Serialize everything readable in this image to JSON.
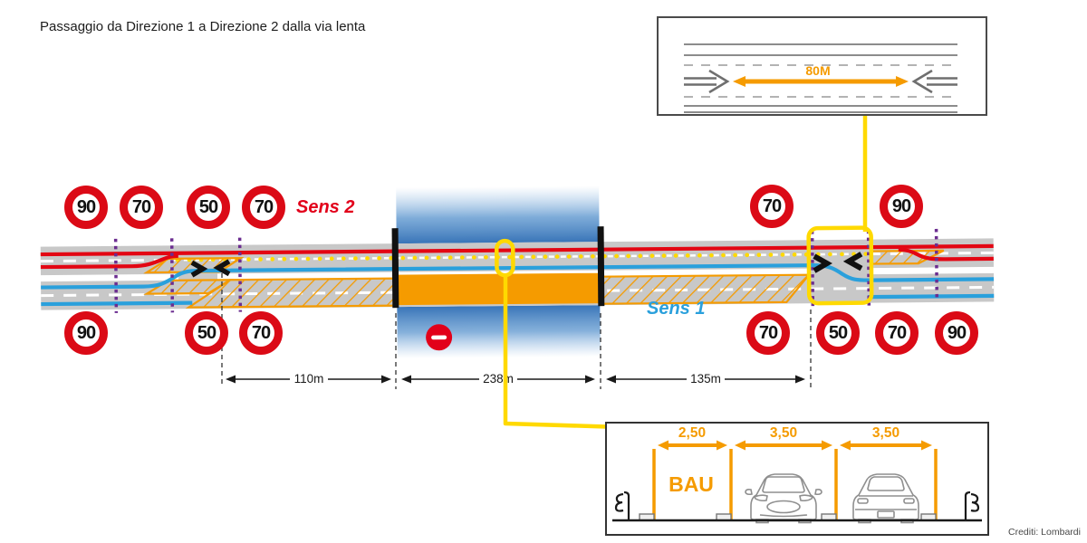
{
  "title": "Passaggio da Direzione 1 a Direzione 2 dalla via lenta",
  "credits": "Crediti: Lombardi",
  "directions": {
    "sens1": "Sens 1",
    "sens2": "Sens 2"
  },
  "speed_signs": {
    "sens2_left": [
      "90",
      "70",
      "50",
      "70"
    ],
    "sens2_right": [
      "70",
      "90"
    ],
    "sens1_left": [
      "90",
      "50",
      "70"
    ],
    "sens1_right": [
      "70",
      "50",
      "70",
      "90"
    ]
  },
  "distances": {
    "approach": "110m",
    "worksite": "238m",
    "exit": "135m"
  },
  "inset_gap": {
    "distance": "80M"
  },
  "inset_section": {
    "widths": [
      "2,50",
      "3,50",
      "3,50"
    ],
    "shoulder": "BAU"
  },
  "colors": {
    "highlight_yellow": "#FFD900",
    "work_orange": "#F59B00",
    "sens1_blue": "#2AA0DC",
    "sens2_red": "#E30613",
    "sign_red": "#DB0A16",
    "marker_purple": "#6B2D90",
    "cloud_blue": "#3D7FC1",
    "road_gray": "#C8C8C8"
  }
}
